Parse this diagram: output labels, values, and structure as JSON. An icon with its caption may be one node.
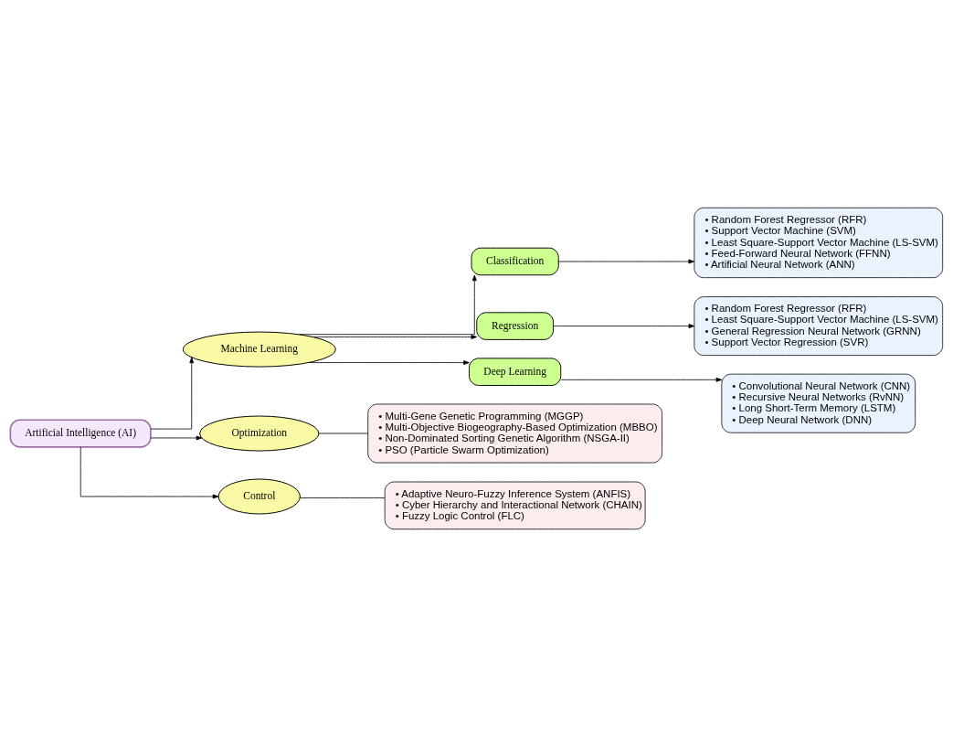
{
  "diagram": {
    "nodes": [
      {
        "text": [
          "Artificial Intelligence (AI)"
        ]
      },
      {
        "text": [
          "Machine Learning"
        ]
      },
      {
        "text": [
          "Classification"
        ]
      },
      {
        "text": [
          "Regression"
        ]
      },
      {
        "text": [
          "Deep Learning"
        ]
      },
      {
        "text": [
          "• Random Forest Regressor (RFR)",
          "• Support Vector Machine (SVM)",
          "• Least Square-Support Vector Machine (LS-SVM)",
          "• Feed-Forward Neural Network (FFNN)",
          "• Artificial Neural Network (ANN)"
        ]
      },
      {
        "text": [
          "• Random Forest Regressor (RFR)",
          "• Least Square-Support Vector Machine (LS-SVM)",
          "• General Regression Neural Network (GRNN)",
          "• Support Vector Regression (SVR)"
        ]
      },
      {
        "text": [
          "• Convolutional Neural Network (CNN)",
          "• Recursive Neural Networks (RvNN)",
          "• Long Short-Term Memory (LSTM)",
          "• Deep Neural Network (DNN)"
        ]
      },
      {
        "text": [
          "Optimization"
        ]
      },
      {
        "text": [
          "• Multi-Gene Genetic Programming (MGGP)",
          "• Multi-Objective Biogeography-Based Optimization (MBBO)",
          "• Non-Dominated Sorting Genetic Algorithm (NSGA-II)",
          "• PSO (Particle Swarm Optimization)"
        ]
      },
      {
        "text": [
          "Control"
        ]
      },
      {
        "text": [
          "• Adaptive Neuro-Fuzzy Inference System (ANFIS)",
          "• Cyber Hierarchy and Interactional Network (CHAIN)",
          "• Fuzzy Logic Control (FLC)"
        ]
      }
    ],
    "edges": [
      {
        "from": 0,
        "to": 1,
        "arrow": "to"
      },
      {
        "from": 0,
        "to": 8,
        "arrow": "to"
      },
      {
        "from": 0,
        "to": 10,
        "arrow": "to"
      },
      {
        "from": 1,
        "to": 2,
        "arrow": "to"
      },
      {
        "from": 1,
        "to": 3,
        "arrow": "to"
      },
      {
        "from": 1,
        "to": 4,
        "arrow": "to"
      },
      {
        "from": 2,
        "to": 5,
        "arrow": "to"
      },
      {
        "from": 3,
        "to": 6,
        "arrow": "to"
      },
      {
        "from": 4,
        "to": 7,
        "arrow": "to"
      },
      {
        "from": 8,
        "to": 9,
        "arrow": "none"
      },
      {
        "from": 10,
        "to": 11,
        "arrow": "none"
      }
    ]
  }
}
